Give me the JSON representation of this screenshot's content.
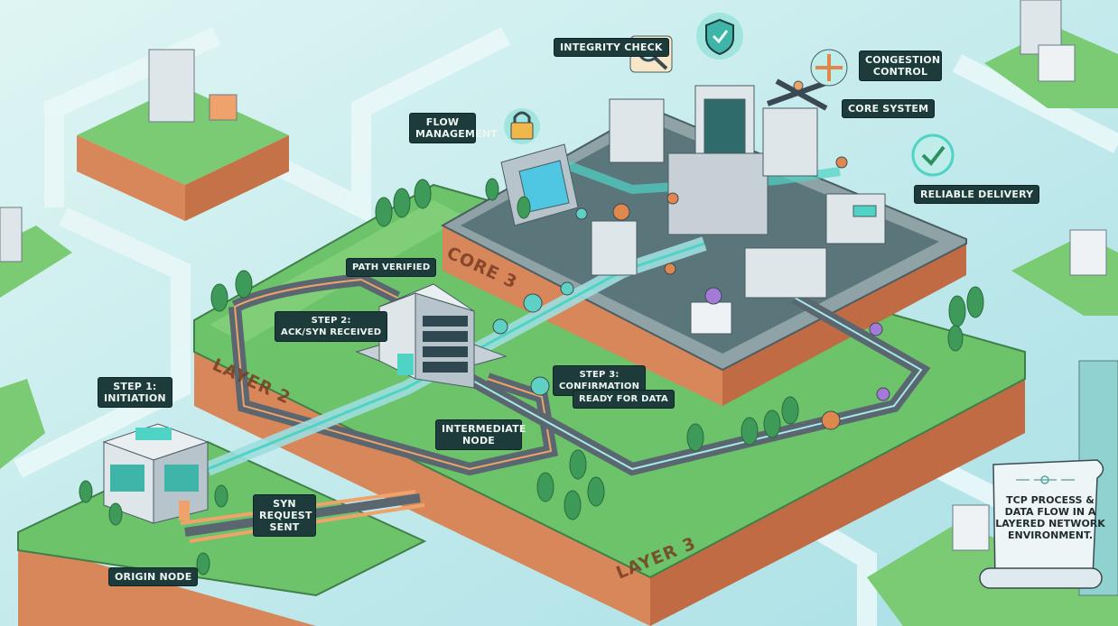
{
  "title_scroll": {
    "text": "TCP Process & Data Flow in a Layered Network Environment.",
    "icon": "stack-icon"
  },
  "layers": {
    "core": "CORE 3",
    "layer2": "LAYER 2",
    "layer3": "LAYER 3"
  },
  "labels": {
    "integrity_check": "Integrity Check",
    "congestion_control": "Congestion Control",
    "core_system": "Core System",
    "flow_management": "Flow Management",
    "reliable_delivery": "Reliable Delivery",
    "path_verified": "Path Verified",
    "step2_title": "Step 2:",
    "step2_text": "ACK/SYN Received",
    "step1_title": "Step 1:",
    "step1_text": "Initiation",
    "step3_title": "Step 3:",
    "step3_text": "Confirmation",
    "ready_for_data": "Ready for Data",
    "intermediate_node": "Intermediate Node",
    "syn_request_sent": "SYN Request Sent",
    "origin_node": "Origin Node"
  },
  "icons": [
    "magnifier-icon",
    "shield-check-icon",
    "arrows-icon",
    "lock-icon",
    "checkmark-icon"
  ],
  "colors": {
    "background": "#c5ecee",
    "grass": "#6cc36a",
    "cliff": "#d8875a",
    "label_bg": "#1e3b3c",
    "data_packet": "#e0874e",
    "teal": "#4fd3c4"
  }
}
